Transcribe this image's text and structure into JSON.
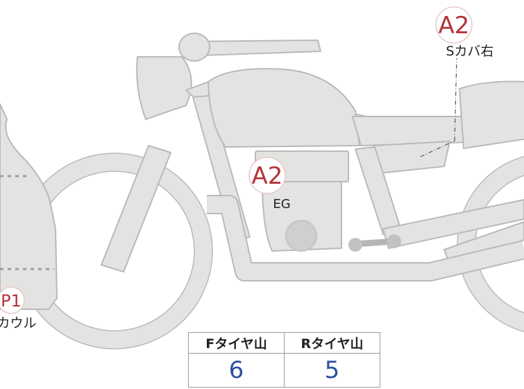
{
  "colors": {
    "bike_fill": "#e3e3e1",
    "bike_stroke": "#b9b9b7",
    "badge_text": "#b3343a",
    "badge_ring": "#e8c8c8",
    "label_text": "#222222",
    "dash_line": "#555555",
    "value_text": "#2f4f9e"
  },
  "badges": [
    {
      "code": "A2",
      "label": "Sカバ右"
    },
    {
      "code": "A2",
      "label": "EG"
    },
    {
      "code": "P1",
      "label": "カウル"
    }
  ],
  "tire_table": {
    "headers": [
      "Fタイヤ山",
      "Rタイヤ山"
    ],
    "values": [
      "6",
      "5"
    ]
  }
}
